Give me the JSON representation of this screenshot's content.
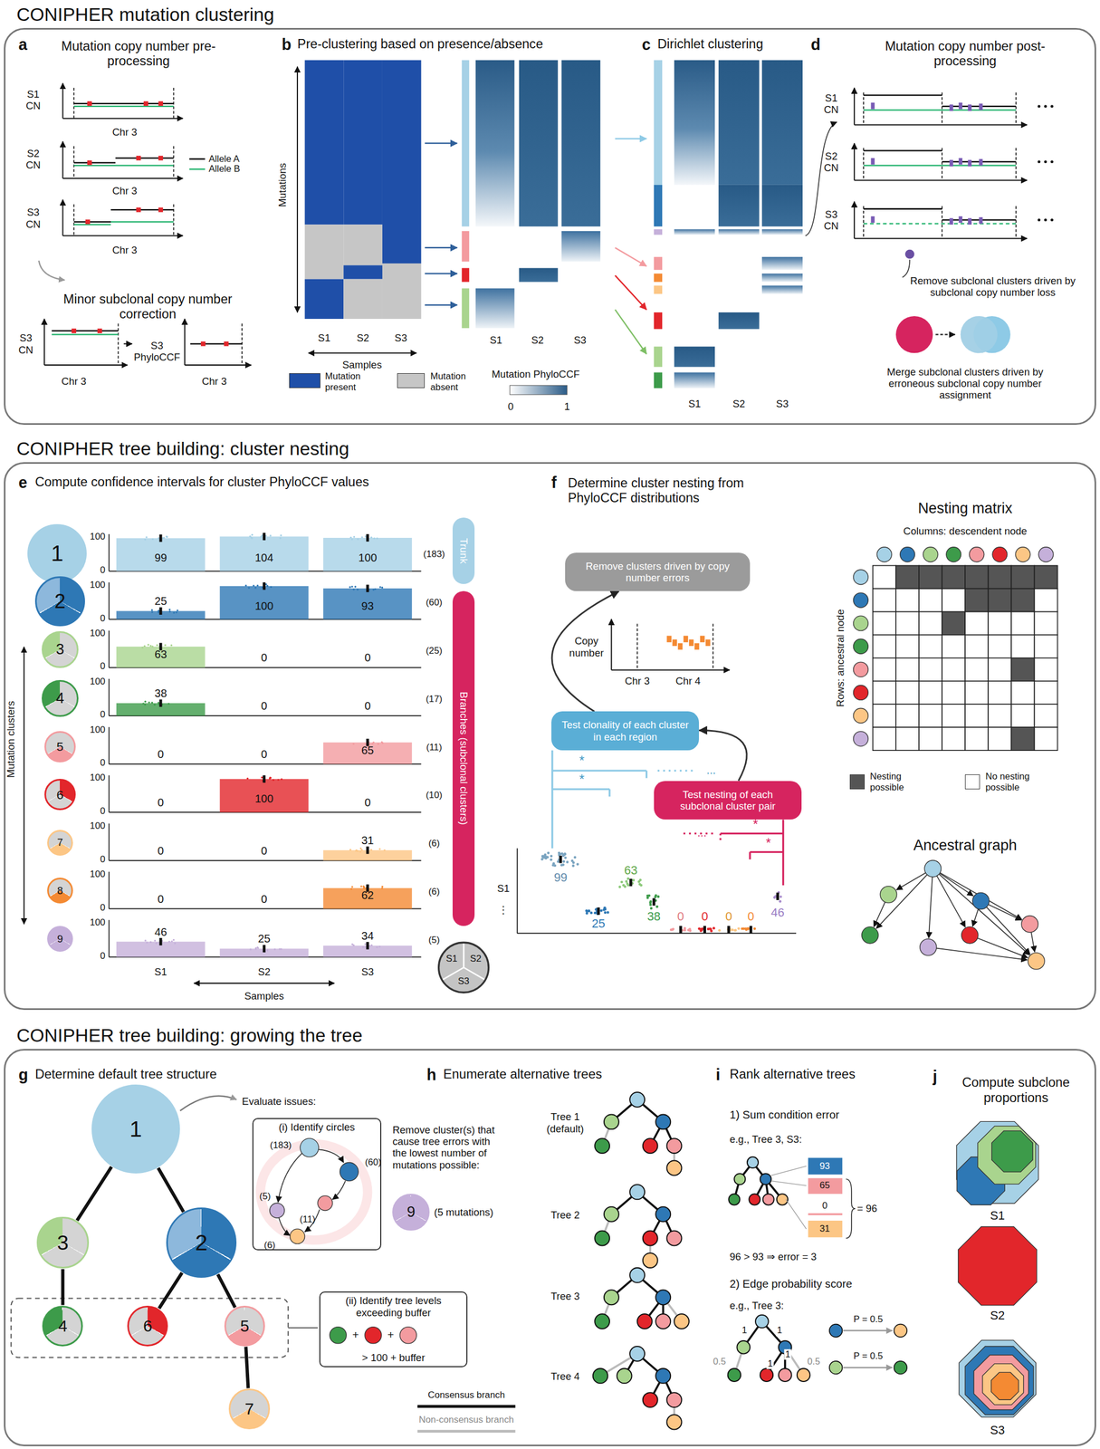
{
  "diagram": {
    "nodes": [
      {
        "text": [
          "CONIPHER mutation clustering"
        ]
      },
      {
        "text": [
          "CONIPHER tree building: cluster nesting"
        ]
      },
      {
        "text": [
          "CONIPHER tree building: growing the tree"
        ]
      },
      {
        "text": [
          "1"
        ],
        "in": 1
      },
      {
        "text": [
          "2"
        ],
        "in": 1
      },
      {
        "text": [
          "3"
        ],
        "in": 1
      },
      {
        "text": [
          "4"
        ],
        "in": 1
      },
      {
        "text": [
          "5"
        ],
        "in": 1
      },
      {
        "text": [
          "6"
        ],
        "in": 1
      },
      {
        "text": [
          "7"
        ],
        "in": 1
      },
      {
        "text": [
          "8"
        ],
        "in": 1
      },
      {
        "text": [
          "9"
        ],
        "in": 1
      },
      {
        "text": [
          "Trunk"
        ],
        "in": 1
      },
      {
        "text": [
          "Branches (subclonal clusters)"
        ],
        "in": 1
      },
      {
        "text": [
          "Remove clusters driven by copy number errors"
        ],
        "in": 1
      },
      {
        "text": [
          "Test clonality of each cluster in each region"
        ],
        "in": 1
      },
      {
        "text": [
          "Test nesting of each subclonal cluster pair"
        ],
        "in": 1
      },
      {
        "text": [
          "1"
        ],
        "in": 2
      },
      {
        "text": [
          "3"
        ],
        "in": 2
      },
      {
        "text": [
          "2"
        ],
        "in": 2
      },
      {
        "text": [
          "4"
        ],
        "in": 2
      },
      {
        "text": [
          "6"
        ],
        "in": 2
      },
      {
        "text": [
          "5"
        ],
        "in": 2
      },
      {
        "text": [
          "7"
        ],
        "in": 2
      },
      {
        "text": [
          "(i) Identify circles"
        ],
        "in": 2
      },
      {
        "text": [
          "(ii) Identify tree levels exceeding buffer",
          "> 100 + buffer"
        ],
        "in": 2
      },
      {
        "text": [
          "9"
        ],
        "in": 2
      }
    ],
    "edges": [
      {
        "from": 17,
        "to": 18,
        "arrow": "none"
      },
      {
        "from": 17,
        "to": 19,
        "arrow": "none"
      },
      {
        "from": 18,
        "to": 20,
        "arrow": "none"
      },
      {
        "from": 19,
        "to": 21,
        "arrow": "none"
      },
      {
        "from": 19,
        "to": 22,
        "arrow": "none"
      },
      {
        "from": 22,
        "to": 23,
        "arrow": "none"
      },
      {
        "from": 16,
        "to": 15,
        "arrow": "to"
      },
      {
        "from": 15,
        "to": 14,
        "arrow": "to"
      }
    ],
    "labels": [
      "a",
      "Mutation copy number pre-processing",
      "S1 CN",
      "Chr 3",
      "S2 CN",
      "Chr 3",
      "S3 CN",
      "Chr 3",
      "Minor subclonal copy number correction",
      "S3 CN",
      "Chr 3",
      "S3 PhyloCCF",
      "Chr 3",
      "b",
      "Pre-clustering based on presence/absence",
      "Mutations",
      "S1",
      "S2",
      "S3",
      "Samples",
      "Mutation PhyloCCF",
      "0",
      "1",
      "S1",
      "S2",
      "S3",
      "c",
      "Dirichlet clustering",
      "S1",
      "S2",
      "S3",
      "d",
      "Mutation copy number post-processing",
      "S1 CN",
      "S2 CN",
      "S3 CN",
      "Remove subclonal clusters driven by subclonal copy number loss",
      "Merge subclonal clusters driven by erroneous subclonal copy number assignment",
      "e",
      "Compute confidence intervals for cluster PhyloCCF values",
      "Mutation clusters",
      "100",
      "0",
      "99",
      "104",
      "100",
      "(183)",
      "100",
      "0",
      "25",
      "100",
      "93",
      "(60)",
      "100",
      "0",
      "63",
      "0",
      "0",
      "(25)",
      "100",
      "0",
      "38",
      "0",
      "0",
      "(17)",
      "100",
      "0",
      "0",
      "0",
      "65",
      "(11)",
      "100",
      "0",
      "0",
      "100",
      "0",
      "(10)",
      "100",
      "0",
      "0",
      "0",
      "31",
      "(6)",
      "100",
      "0",
      "0",
      "0",
      "62",
      "(6)",
      "100",
      "0",
      "46",
      "25",
      "34",
      "(5)",
      "S1",
      "S2",
      "S3",
      "Samples",
      "S1",
      "S2",
      "S3",
      "f",
      "Determine cluster nesting from PhyloCCF distributions",
      "Copy number",
      "Chr 3",
      "Chr 4",
      "*",
      "*",
      "...",
      "...",
      "*",
      "*",
      "S1",
      "⋮",
      "99",
      "25",
      "63",
      "38",
      "0",
      "0",
      "0",
      "0",
      "46",
      "Nesting matrix",
      "Columns: descendent node",
      "Rows: ancestral node",
      "Ancestral graph",
      "g",
      "Determine default tree structure",
      "Evaluate issues:",
      "(183)",
      "(60)",
      "(5)",
      "(11)",
      "(6)",
      "Remove cluster(s) that cause tree errors with the lowest number of mutations possible:",
      "(5 mutations)",
      "+",
      "+",
      "h",
      "Enumerate alternative trees",
      "Tree 1 (default)",
      "Tree 2",
      "Tree 3",
      "Tree 4",
      "i",
      "Rank alternative trees",
      "1) Sum condition error",
      "e.g., Tree 3, S3:",
      "93",
      "65",
      "0",
      "31",
      "= 96",
      "96 > 93 ⇒ error = 3",
      "2) Edge probability score",
      "e.g., Tree 3:",
      "1",
      "1",
      "0.5",
      "1",
      "1",
      "0.5",
      "P = 0.5",
      "P = 0.5",
      "j",
      "Compute subclone proportions",
      "S1",
      "S2",
      "S3"
    ],
    "legend": [
      {
        "text": "Allele A"
      },
      {
        "text": "Allele B"
      },
      {
        "text": "Mutation present",
        "color": "#1f4fa8"
      },
      {
        "text": "Mutation absent",
        "color": "#c6c6c6"
      },
      {
        "text": "Nesting possible",
        "color": "#555555"
      },
      {
        "text": "No nesting possible",
        "color": "#ffffff"
      },
      {
        "text": "Consensus branch"
      },
      {
        "text": "Non-consensus branch"
      }
    ]
  }
}
